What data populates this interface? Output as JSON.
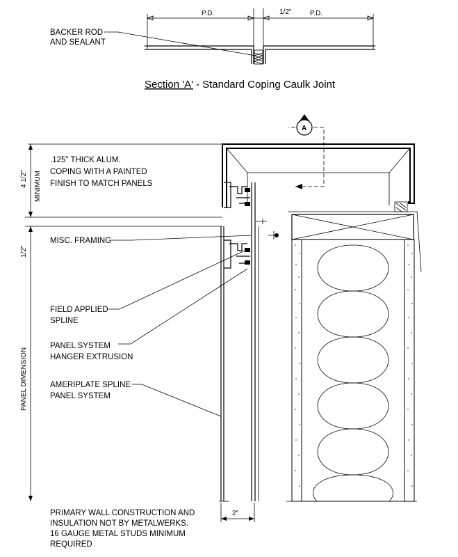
{
  "section": {
    "title_underlined": "Section 'A'",
    "title_rest": "- Standard Coping Caulk Joint",
    "dim_left": "P.D.",
    "dim_joint": "1/2\"",
    "dim_right": "P.D.",
    "callout_backer": [
      "BACKER ROD",
      "AND SEALANT"
    ]
  },
  "section_marker": {
    "letter": "A"
  },
  "dimensions": {
    "coping_height": "4 1/2\"",
    "coping_height_note": "MINIMUM",
    "panel_top": "1/2\"",
    "panel_dimension": "PANEL DIMENSION",
    "bottom_width": "2\""
  },
  "callouts": {
    "coping": [
      ".125\" THICK ALUM.",
      "COPING WITH A PAINTED",
      "FINISH TO MATCH PANELS"
    ],
    "misc_framing": "MISC. FRAMING",
    "spline": [
      "FIELD APPLIED",
      "SPLINE"
    ],
    "hanger": [
      "PANEL SYSTEM",
      "HANGER EXTRUSION"
    ],
    "ameriplate": [
      "AMERIPLATE SPLINE",
      "PANEL SYSTEM"
    ],
    "note": [
      "PRIMARY WALL CONSTRUCTION AND",
      "INSULATION NOT BY METALWERKS.",
      "16 GAUGE METAL STUDS MINIMUM",
      "REQUIRED"
    ]
  }
}
